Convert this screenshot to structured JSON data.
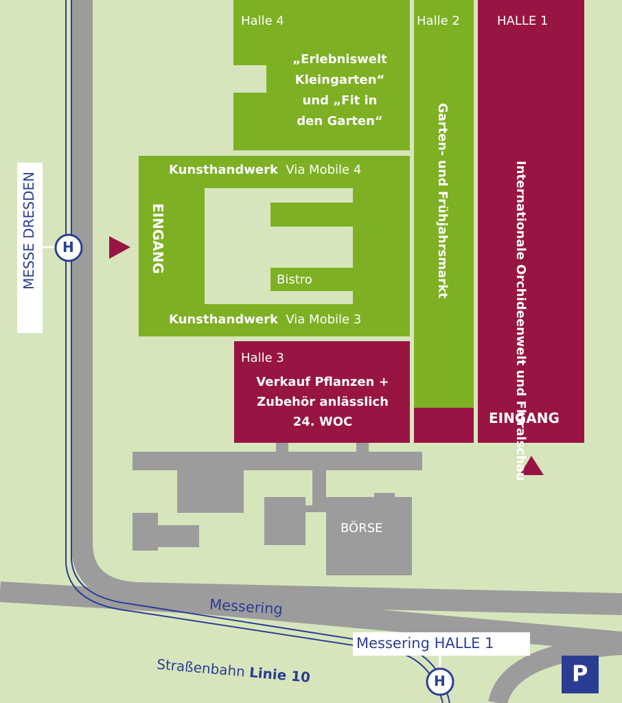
{
  "colors": {
    "background": "#d7e5bc",
    "green": "#7db023",
    "maroon": "#981442",
    "gray": "#9c9c9c",
    "blue": "#2b3d92"
  },
  "halls": {
    "halle4": {
      "label": "Halle 4",
      "title": "„Erlebniswelt Kleingarten“ und „Fit in den Garten“",
      "lines": [
        "„Erlebniswelt",
        "Kleingarten“",
        "und „Fit in",
        "den Garten“"
      ]
    },
    "halle2": {
      "label": "Halle 2",
      "title": "Garten- und Frühjahrsmarkt"
    },
    "halle1": {
      "label": "HALLE 1",
      "title_line1": "Internationale",
      "title_line2": "Orchideenwelt und Floralschau",
      "entrance": "EINGANG"
    },
    "halle3": {
      "label": "Halle 3",
      "lines": [
        "Verkauf Pflanzen +",
        "Zubehör anlässlich",
        "24. WOC"
      ]
    },
    "via_mobile": {
      "top_bold": "Kunsthandwerk",
      "top_name": "Via Mobile 4",
      "bottom_bold": "Kunsthandwerk",
      "bottom_name": "Via Mobile 3",
      "bistro": "Bistro",
      "entrance": "EINGANG"
    }
  },
  "buildings": {
    "boerse": "BÖRSE"
  },
  "roads": {
    "messering": "Messering",
    "tram_prefix": "Straßenbahn",
    "tram_line": "Linie 10"
  },
  "stops": {
    "messe_dresden": "MESSE DRESDEN",
    "messering_halle1": "Messering HALLE 1",
    "stop_symbol": "H"
  },
  "parking": "P"
}
